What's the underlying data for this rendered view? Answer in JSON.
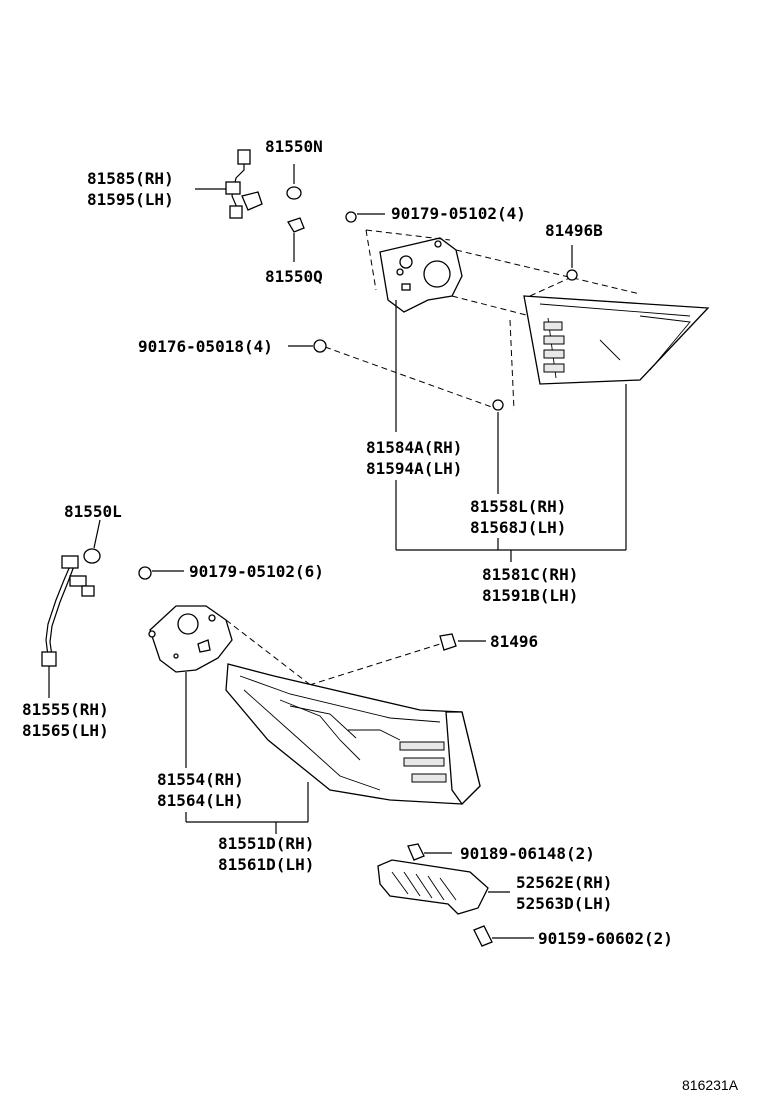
{
  "labels": {
    "p81550N": "81550N",
    "p81585": "81585(RH)",
    "p81595": "81595(LH)",
    "p81550Q": "81550Q",
    "p90179a": "90179-05102(4)",
    "p81496B": "81496B",
    "p90176": "90176-05018(4)",
    "p81584A": "81584A(RH)",
    "p81594A": "81594A(LH)",
    "p81558L": "81558L(RH)",
    "p81568J": "81568J(LH)",
    "p81581C": "81581C(RH)",
    "p81591B": "81591B(LH)",
    "p81550L": "81550L",
    "p90179b": "90179-05102(6)",
    "p81496": "81496",
    "p81555": "81555(RH)",
    "p81565": "81565(LH)",
    "p81554": "81554(RH)",
    "p81564": "81564(LH)",
    "p81551D": "81551D(RH)",
    "p81561D": "81561D(LH)",
    "p90189": "90189-06148(2)",
    "p52562E": "52562E(RH)",
    "p52563D": "52563D(LH)",
    "p90159": "90159-60602(2)"
  },
  "diagram_ref": "816231A"
}
